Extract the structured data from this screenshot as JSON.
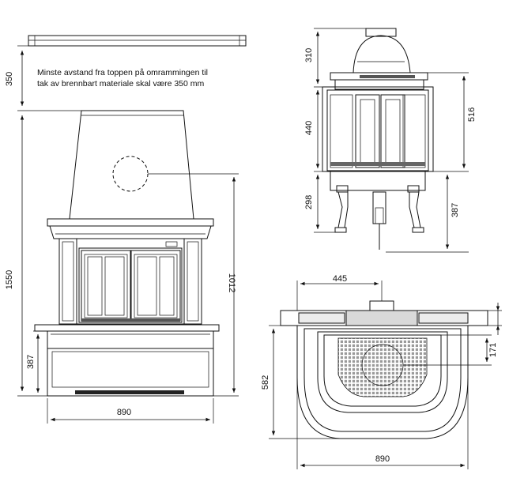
{
  "note": {
    "line1": "Minste avstand fra toppen på omrammingen til",
    "line2": "tak av brennbart materiale skal være 350 mm"
  },
  "dimensions": {
    "front_top_gap": "350",
    "front_height_total": "1550",
    "front_hearth_height": "387",
    "front_door_height": "1012",
    "front_width": "890",
    "side_top": "310",
    "side_body": "440",
    "side_legs": "298",
    "side_right_upper": "516",
    "side_right_lower": "387",
    "plan_flue_offset": "445",
    "plan_grate_depth": "171",
    "plan_depth": "582",
    "plan_width": "890"
  }
}
